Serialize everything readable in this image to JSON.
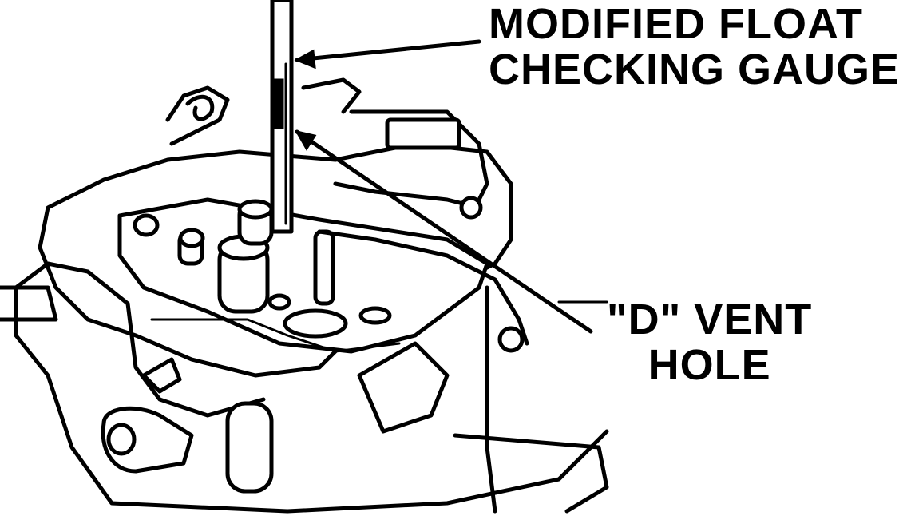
{
  "diagram": {
    "callouts": [
      {
        "id": "modified-float-checking-gauge",
        "lines": [
          "MODIFIED FLOAT",
          "CHECKING GAUGE"
        ]
      },
      {
        "id": "d-vent-hole",
        "lines": [
          "\"D\" VENT",
          "HOLE"
        ]
      }
    ]
  },
  "colors": {
    "ink": "#000000",
    "paper": "#ffffff"
  }
}
